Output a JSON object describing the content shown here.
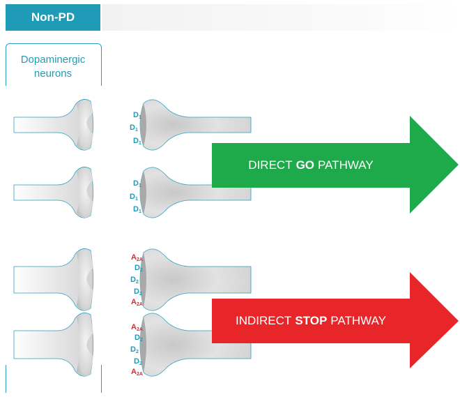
{
  "header": {
    "tag": "Non-PD"
  },
  "neuron_label": {
    "line1": "Dopaminergic",
    "line2": "neurons"
  },
  "pathways": {
    "direct": {
      "prefix": "DIRECT",
      "bold": "GO",
      "suffix": "PATHWAY",
      "color": "#1eaa4a"
    },
    "indirect": {
      "prefix": "INDIRECT",
      "bold": "STOP",
      "suffix": "PATHWAY",
      "color": "#e8262a"
    }
  },
  "receptor_groups": [
    {
      "labels": [
        {
          "main": "D",
          "sub": "1",
          "kind": "d"
        },
        {
          "main": "D",
          "sub": "1",
          "kind": "d"
        },
        {
          "main": "D",
          "sub": "1",
          "kind": "d"
        }
      ]
    },
    {
      "labels": [
        {
          "main": "D",
          "sub": "1",
          "kind": "d"
        },
        {
          "main": "D",
          "sub": "1",
          "kind": "d"
        },
        {
          "main": "D",
          "sub": "1",
          "kind": "d"
        }
      ]
    },
    {
      "labels": [
        {
          "main": "A",
          "sub": "2A",
          "kind": "a"
        },
        {
          "main": "D",
          "sub": "2",
          "kind": "d"
        },
        {
          "main": "D",
          "sub": "2",
          "kind": "d"
        },
        {
          "main": "D",
          "sub": "2",
          "kind": "d"
        },
        {
          "main": "A",
          "sub": "2A",
          "kind": "a"
        }
      ]
    },
    {
      "labels": [
        {
          "main": "A",
          "sub": "2A",
          "kind": "a"
        },
        {
          "main": "D",
          "sub": "2",
          "kind": "d"
        },
        {
          "main": "D",
          "sub": "2",
          "kind": "d"
        },
        {
          "main": "D",
          "sub": "2",
          "kind": "d"
        },
        {
          "main": "A",
          "sub": "2A",
          "kind": "a"
        }
      ]
    }
  ],
  "colors": {
    "accent": "#1f9bb8",
    "receptor_d": "#1f9bb8",
    "receptor_a": "#e0262a"
  }
}
